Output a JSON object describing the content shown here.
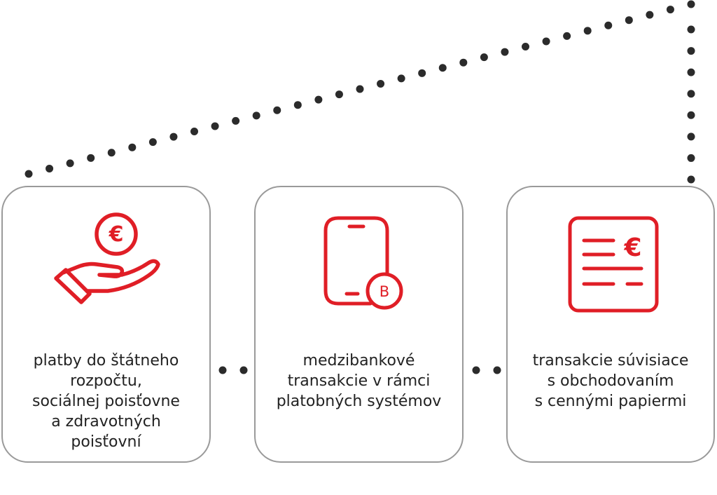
{
  "colors": {
    "accent": "#e01e26",
    "dots": "#2b2b2b",
    "card_border": "#9a9a9a",
    "text": "#222222"
  },
  "items": [
    {
      "icon": "hand-euro-coin-icon",
      "lines": [
        "platby do štátneho",
        "rozpočtu,",
        "sociálnej poisťovne",
        "a zdravotných",
        "poisťovní"
      ]
    },
    {
      "icon": "smartphone-b-icon",
      "badge": "B",
      "lines": [
        "medzibankové",
        "transakcie v rámci",
        "platobných systémov"
      ]
    },
    {
      "icon": "euro-document-icon",
      "lines": [
        "transakcie súvisiace",
        "s obchodovaním",
        "s cennými papiermi"
      ]
    }
  ]
}
